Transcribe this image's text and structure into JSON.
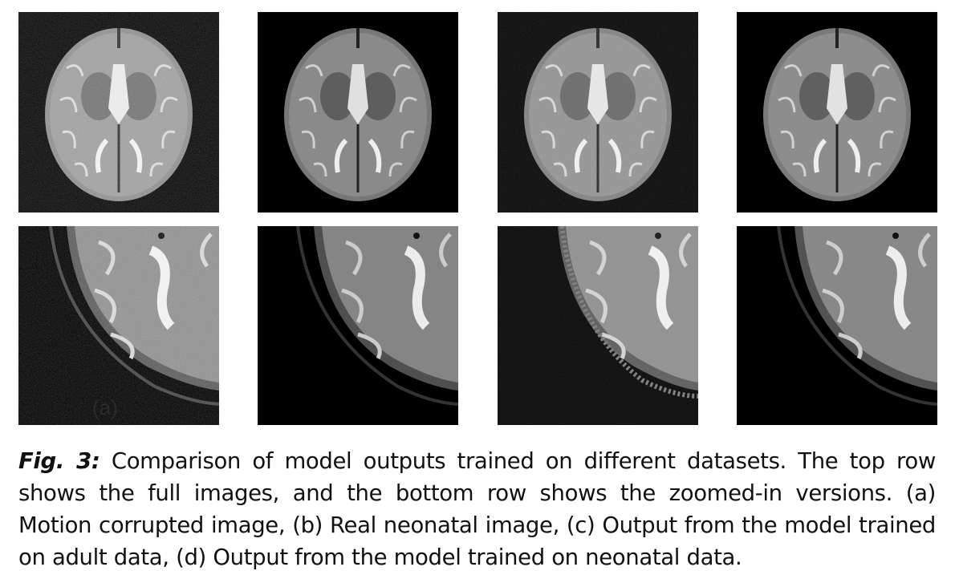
{
  "figure": {
    "panels_top": [
      {
        "name": "a",
        "style": "noisy"
      },
      {
        "name": "b",
        "style": "clean"
      },
      {
        "name": "c",
        "style": "grainy"
      },
      {
        "name": "d",
        "style": "clean"
      }
    ],
    "panels_bottom": [
      {
        "name": "a",
        "style": "noisy"
      },
      {
        "name": "b",
        "style": "clean"
      },
      {
        "name": "c",
        "style": "grainy"
      },
      {
        "name": "d",
        "style": "clean"
      }
    ],
    "panel_a_label": "(a)"
  },
  "caption": {
    "lead": "Fig. 3:",
    "text": " Comparison of model outputs trained on different datasets. The top row shows the full images, and the bottom row shows the zoomed-in versions. (a) Motion corrupted image, (b) Real neonatal image, (c) Output from the model trained on adult data, (d) Output from the model trained on neonatal data."
  }
}
